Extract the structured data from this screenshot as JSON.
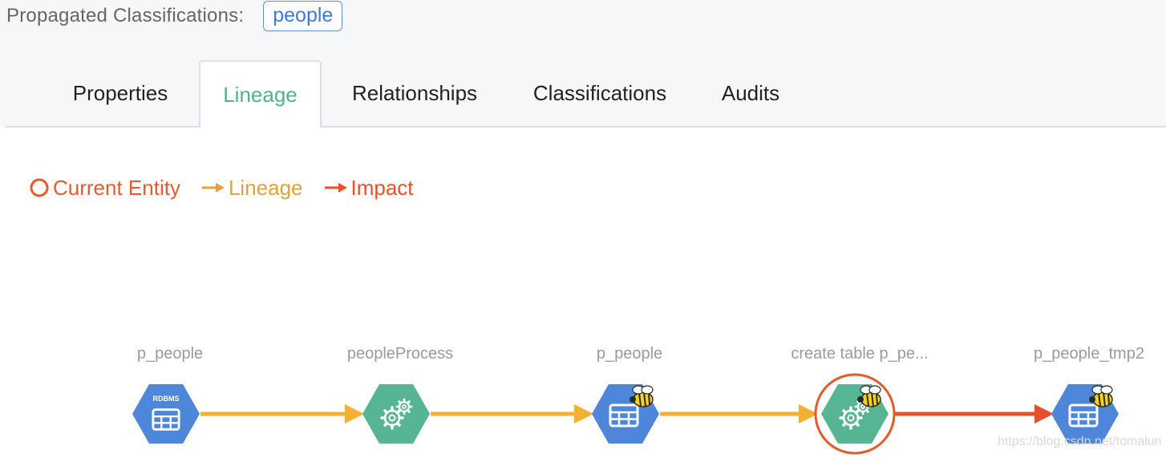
{
  "header": {
    "propagated_label": "Propagated Classifications:",
    "propagated_tag": "people"
  },
  "tabs": [
    {
      "label": "Properties",
      "active": false
    },
    {
      "label": "Lineage",
      "active": true
    },
    {
      "label": "Relationships",
      "active": false
    },
    {
      "label": "Classifications",
      "active": false
    },
    {
      "label": "Audits",
      "active": false
    }
  ],
  "legend": {
    "current_entity": "Current Entity",
    "lineage": "Lineage",
    "impact": "Impact"
  },
  "lineage_graph": {
    "nodes": [
      {
        "label": "p_people",
        "type": "rdbms-table",
        "badge": "RDBMS",
        "icon": "table-icon"
      },
      {
        "label": "peopleProcess",
        "type": "process",
        "icon": "gear-icon"
      },
      {
        "label": "p_people",
        "type": "hive-table",
        "icon": "table-icon"
      },
      {
        "label": "create table p_pe...",
        "type": "hive-process",
        "icon": "gear-icon",
        "current": true
      },
      {
        "label": "p_people_tmp2",
        "type": "hive-table",
        "icon": "table-icon"
      }
    ],
    "edges": [
      {
        "from": 0,
        "to": 1,
        "kind": "lineage"
      },
      {
        "from": 1,
        "to": 2,
        "kind": "lineage"
      },
      {
        "from": 2,
        "to": 3,
        "kind": "lineage"
      },
      {
        "from": 3,
        "to": 4,
        "kind": "impact"
      }
    ]
  },
  "colors": {
    "lineage": "#f2b135",
    "impact": "#e5512c",
    "dataset_node": "#4e86d9",
    "process_node": "#56b592",
    "current_ring": "#e25b2d",
    "active_tab": "#4fb38d"
  },
  "watermark": "https://blog.csdn.net/tomalun"
}
